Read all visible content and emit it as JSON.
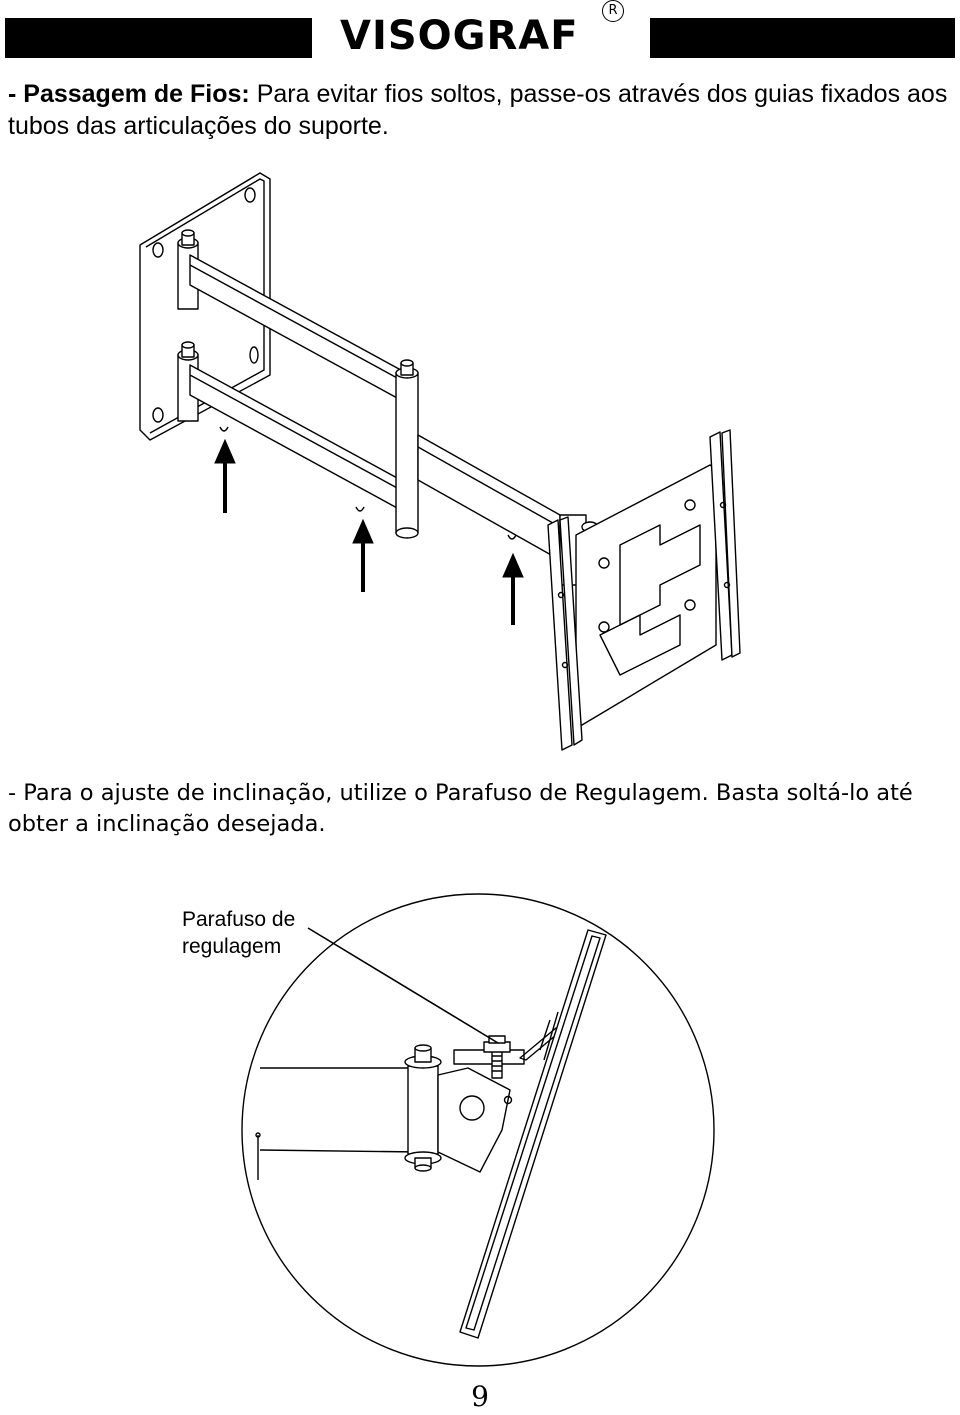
{
  "header": {
    "brand": "VISOGRAF",
    "registered_mark": "R"
  },
  "section_wires": {
    "lead": "- Passagem de Fios:",
    "text": " Para evitar fios soltos, passe-os através dos guias fixados aos tubos das articulações do suporte."
  },
  "section_tilt": {
    "text": "- Para o ajuste de inclinação, utilize o Parafuso de Regulagem. Basta soltá-lo até obter a inclinação desejada."
  },
  "detail_figure": {
    "label_line1": "Parafuso de",
    "label_line2": "regulagem"
  },
  "page": {
    "number": "9"
  }
}
